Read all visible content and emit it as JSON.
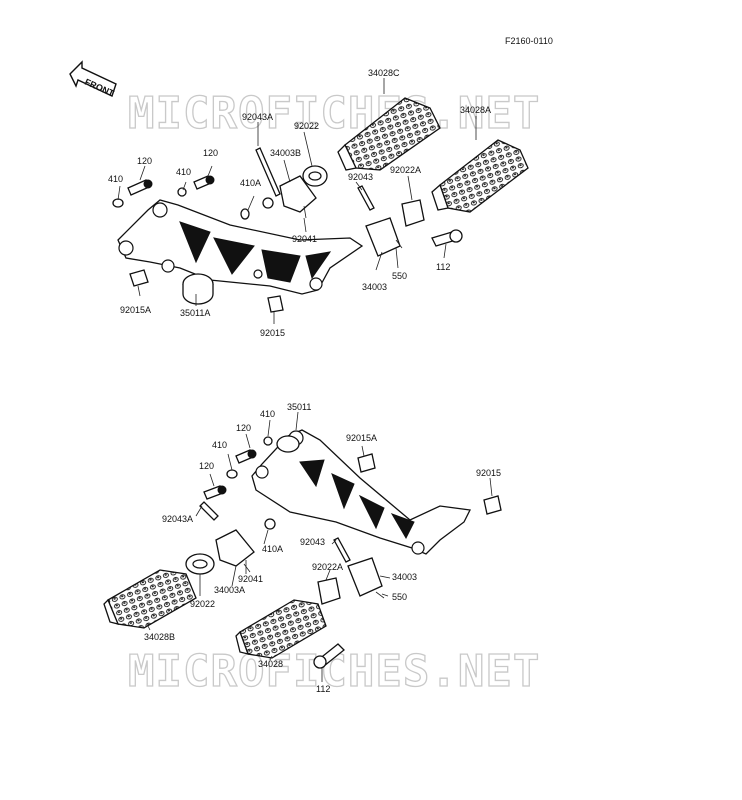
{
  "figure_id": "F2160-0110",
  "front_arrow_label": "FRONT",
  "watermark": "MICROFICHES.NET",
  "top_assembly": {
    "labels": {
      "p34028C": "34028C",
      "p34028A": "34028A",
      "p92043A": "92043A",
      "p92022": "92022",
      "p34003B": "34003B",
      "p120a": "120",
      "p120b": "120",
      "p410a": "410",
      "p410b": "410",
      "p410A": "410A",
      "p92043": "92043",
      "p92022A": "92022A",
      "p92041": "92041",
      "p34003": "34003",
      "p550": "550",
      "p112": "112",
      "p92015A": "92015A",
      "p35011A": "35011A",
      "p92015": "92015"
    }
  },
  "bottom_assembly": {
    "labels": {
      "p35011": "35011",
      "p410a": "410",
      "p120a": "120",
      "p410b": "410",
      "p92015A": "92015A",
      "p120b": "120",
      "p92015": "92015",
      "p92043A": "92043A",
      "p410A": "410A",
      "p92043": "92043",
      "p92022A": "92022A",
      "p34003": "34003",
      "p92041": "92041",
      "p34003A": "34003A",
      "p92022": "92022",
      "p550": "550",
      "p34028B": "34028B",
      "p34028": "34028",
      "p112": "112"
    }
  }
}
